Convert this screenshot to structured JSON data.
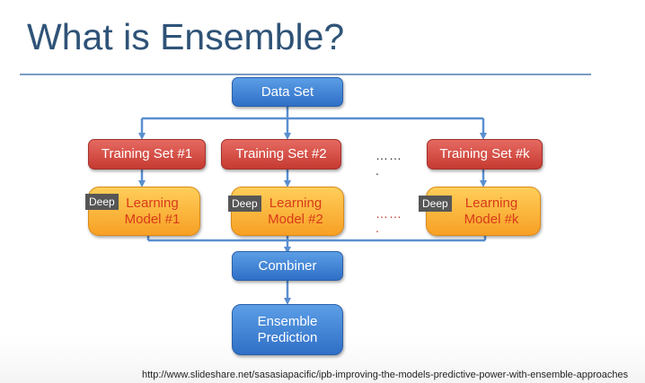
{
  "title": "What is Ensemble?",
  "data_set": "Data Set",
  "training_sets": [
    "Training Set #1",
    "Training Set #2",
    "Training Set #k"
  ],
  "models": [
    {
      "line1": "Learning",
      "line2": "Model #1"
    },
    {
      "line1": "Learning",
      "line2": "Model #2"
    },
    {
      "line1": "Learning",
      "line2": "Model #k"
    }
  ],
  "overlay_tag": "Deep",
  "ellipsis_black": "……",
  "ellipsis_black_dot": ".",
  "ellipsis_red": "……",
  "ellipsis_red_dot": ".",
  "combiner": "Combiner",
  "prediction_line1": "Ensemble",
  "prediction_line2": "Prediction",
  "source": "http://www.slideshare.net/sasasiapacific/ipb-improving-the-models-predictive-power-with-ensemble-approaches",
  "colors": {
    "title": "#2f5377",
    "blue_box": "#3a7ed6",
    "red_box": "#d84a40",
    "orange_box": "#fbb43a",
    "model_text": "#d83a1a",
    "connector": "#5a8fd0"
  }
}
